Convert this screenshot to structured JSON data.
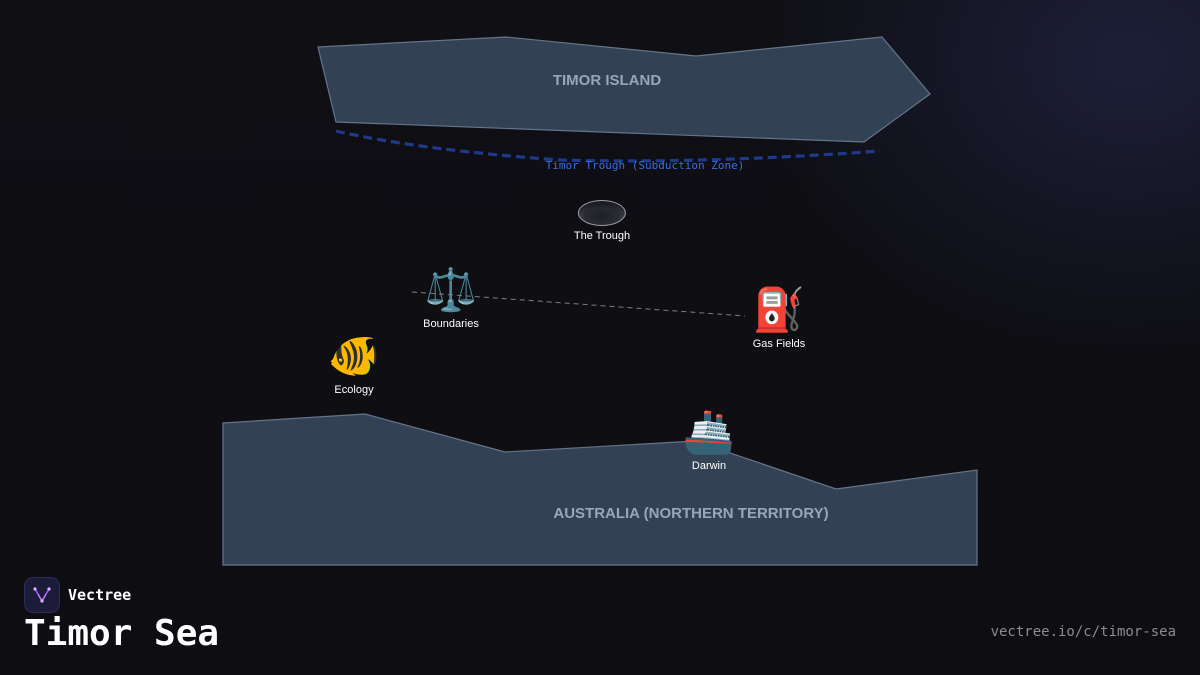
{
  "map": {
    "landmasses": [
      {
        "id": "timor",
        "name": "TIMOR ISLAND"
      },
      {
        "id": "australia",
        "name": "AUSTRALIA (NORTHERN TERRITORY)"
      }
    ],
    "trench": {
      "label": "Timor Trough (Subduction Zone)"
    },
    "markers": [
      {
        "id": "trough",
        "label": "The Trough",
        "icon": "trench-hole-icon"
      },
      {
        "id": "boundaries",
        "label": "Boundaries",
        "icon": "scales-icon",
        "glyph": "⚖️"
      },
      {
        "id": "gas",
        "label": "Gas Fields",
        "icon": "fuel-pump-icon",
        "glyph": "⛽"
      },
      {
        "id": "ecology",
        "label": "Ecology",
        "icon": "fish-icon",
        "glyph": "🐠"
      },
      {
        "id": "darwin",
        "label": "Darwin",
        "icon": "ship-icon",
        "glyph": "🚢"
      }
    ],
    "colors": {
      "land": "#334155",
      "land_label": "#9aa6b8",
      "trench": "#1e3a8a",
      "trench_label": "#3c6de0",
      "background": "#0e0e13"
    }
  },
  "brand": {
    "name": "Vectree",
    "accent": "#a855f7"
  },
  "title": "Timor Sea",
  "url": "vectree.io/c/timor-sea"
}
